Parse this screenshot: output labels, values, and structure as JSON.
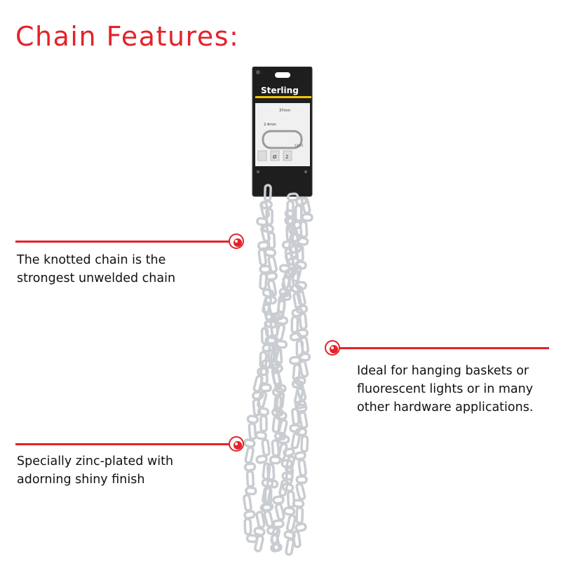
{
  "title": "Chain Features:",
  "colors": {
    "accent": "#e3222a",
    "text": "#111111",
    "card": "#1e1e1e",
    "card_stripe": "#f2c400",
    "chain": "#c9ccd0"
  },
  "product": {
    "brand": "Sterling",
    "icon": "knotted-chain-product-image",
    "card_labels": {
      "length_label": "37mm",
      "width_label": "2.4mm",
      "diameter_label": "Ø",
      "metres_label": "2",
      "code": "52041"
    }
  },
  "features": [
    {
      "icon": "red-target-marker-icon",
      "lines": [
        "The knotted chain is the",
        "strongest unwelded chain"
      ]
    },
    {
      "icon": "red-target-marker-icon",
      "lines": [
        "Ideal for hanging baskets or",
        "fluorescent lights or in many",
        "other hardware applications."
      ]
    },
    {
      "icon": "red-target-marker-icon",
      "lines": [
        "Specially zinc-plated with",
        "adorning shiny finish"
      ]
    }
  ]
}
